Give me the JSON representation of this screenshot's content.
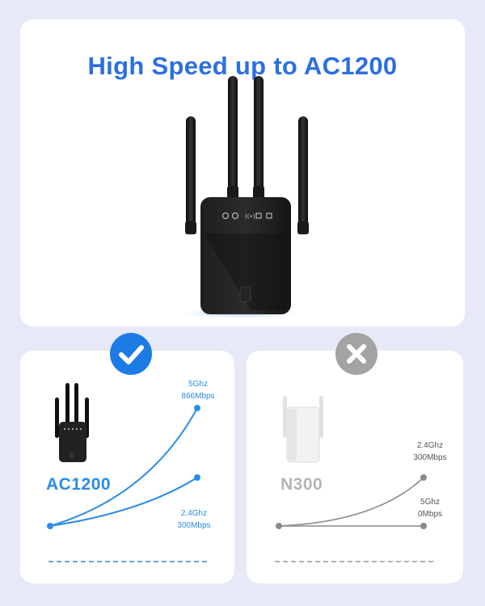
{
  "headline": "High Speed up to AC1200",
  "comparison": {
    "good": {
      "model": "AC1200",
      "speeds": [
        {
          "band": "5Ghz",
          "rate": "866Mbps"
        },
        {
          "band": "2.4Ghz",
          "rate": "300Mbps"
        }
      ],
      "badge_icon": "check-icon"
    },
    "bad": {
      "model": "N300",
      "speeds": [
        {
          "band": "2.4Ghz",
          "rate": "300Mbps"
        },
        {
          "band": "5Ghz",
          "rate": "0Mbps"
        }
      ],
      "badge_icon": "close-icon"
    }
  },
  "colors": {
    "headline": "#2c6fe0",
    "good_accent": "#2a8ce6",
    "bad_accent": "#a3a3a3",
    "background": "#e6e9f6"
  }
}
